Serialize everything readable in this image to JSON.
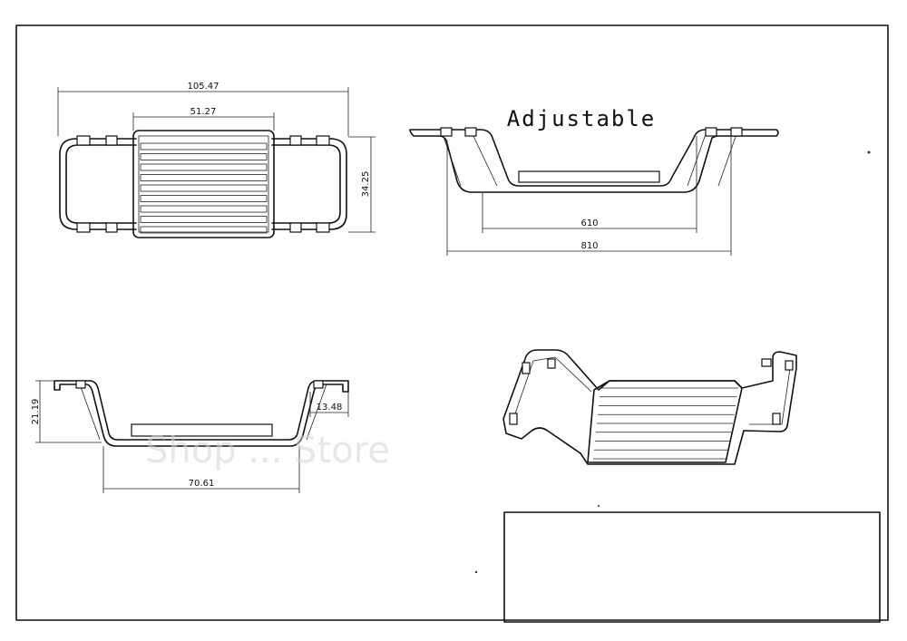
{
  "title": "Adjustable",
  "dimensions": {
    "top_total_width": "105.47",
    "top_inner_width": "51.27",
    "top_depth": "34.25",
    "side_inner_length": "610",
    "side_outer_length": "810",
    "front_height": "21.19",
    "front_hook_width": "13.48",
    "front_seat_width": "70.61"
  },
  "watermark": "Shop  ...  Store",
  "colors": {
    "line": "#111111",
    "paper": "#ffffff"
  }
}
